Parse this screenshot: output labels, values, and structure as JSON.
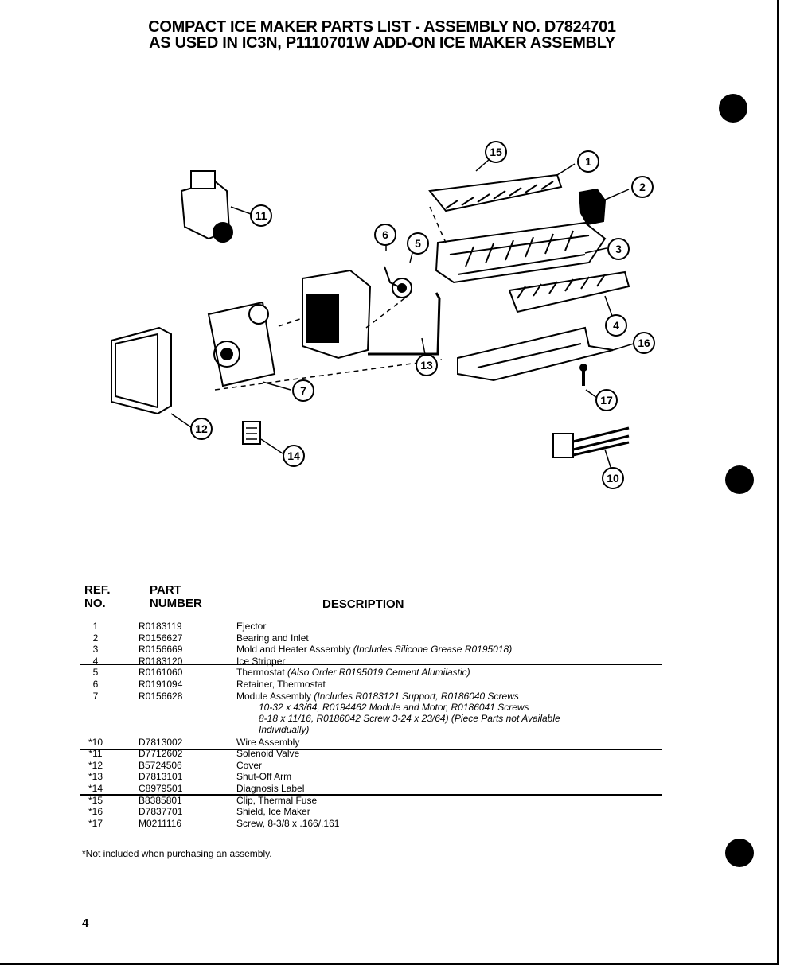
{
  "title": {
    "line1": "COMPACT ICE MAKER PARTS LIST - ASSEMBLY NO. D7824701",
    "line2": "AS USED IN IC3N, P1110701W ADD-ON ICE MAKER ASSEMBLY"
  },
  "diagram": {
    "callouts": [
      "1",
      "2",
      "3",
      "4",
      "5",
      "6",
      "7",
      "10",
      "11",
      "12",
      "13",
      "14",
      "15",
      "16",
      "17"
    ]
  },
  "table": {
    "headers": {
      "ref_line1": "REF.",
      "ref_line2": "NO.",
      "part_line1": "PART",
      "part_line2": "NUMBER",
      "description": "DESCRIPTION"
    },
    "rows": [
      {
        "ref": "1",
        "part": "R0183119",
        "desc": "Ejector",
        "note": ""
      },
      {
        "ref": "2",
        "part": "R0156627",
        "desc": "Bearing and Inlet",
        "note": ""
      },
      {
        "ref": "3",
        "part": "R0156669",
        "desc": "Mold and Heater Assembly",
        "note": "(Includes Silicone Grease R0195018)"
      },
      {
        "ref": "4",
        "part": "R0183120",
        "desc": "Ice Stripper",
        "note": ""
      },
      {
        "ref": "5",
        "part": "R0161060",
        "desc": "Thermostat",
        "note": "(Also Order R0195019 Cement Alumilastic)"
      },
      {
        "ref": "6",
        "part": "R0191094",
        "desc": "Retainer, Thermostat",
        "note": ""
      },
      {
        "ref": "7",
        "part": "R0156628",
        "desc": "Module Assembly",
        "note": "(Includes R0183121 Support, R0186040 Screws",
        "cont": [
          "10-32 x 43/64, R0194462 Module and Motor, R0186041 Screws",
          "8-18 x 11/16, R0186042 Screw 3-24 x 23/64) (Piece Parts not Available",
          "Individually)"
        ]
      },
      {
        "ref": "*10",
        "part": "D7813002",
        "desc": "Wire Assembly",
        "note": ""
      },
      {
        "ref": "*11",
        "part": "D7712602",
        "desc": "Solenoid Valve",
        "note": ""
      },
      {
        "ref": "*12",
        "part": "B5724506",
        "desc": "Cover",
        "note": ""
      },
      {
        "ref": "*13",
        "part": "D7813101",
        "desc": "Shut-Off Arm",
        "note": ""
      },
      {
        "ref": "*14",
        "part": "C8979501",
        "desc": "Diagnosis Label",
        "note": ""
      },
      {
        "ref": "*15",
        "part": "B8385801",
        "desc": "Clip, Thermal Fuse",
        "note": ""
      },
      {
        "ref": "*16",
        "part": "D7837701",
        "desc": "Shield, Ice Maker",
        "note": ""
      },
      {
        "ref": "*17",
        "part": "M0211116",
        "desc": "Screw, 8-3/8 x .166/.161",
        "note": ""
      }
    ]
  },
  "footnote": "*Not included when purchasing an assembly.",
  "page_number": "4"
}
